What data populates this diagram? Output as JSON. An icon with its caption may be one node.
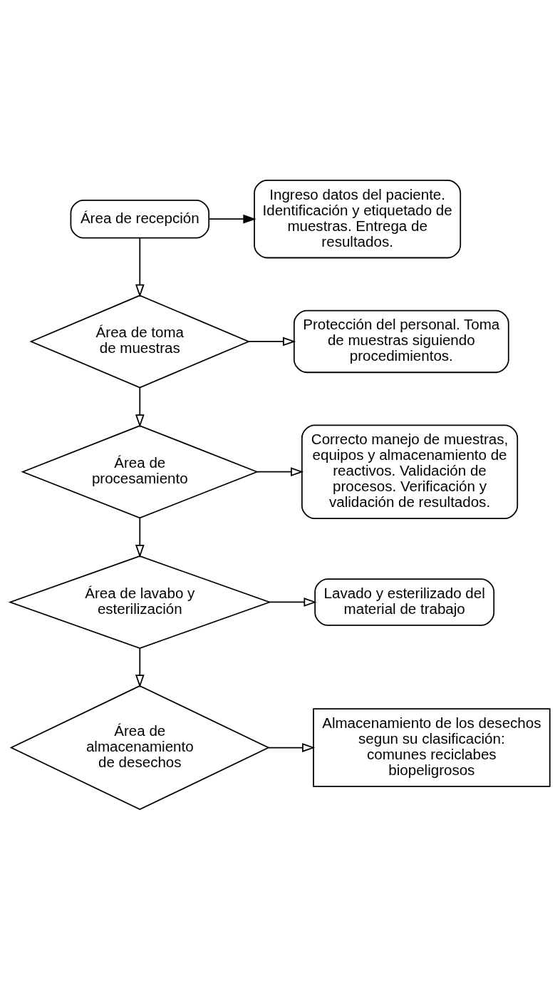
{
  "diagram": {
    "nodes": [
      {
        "text": [
          "Área de recepción"
        ]
      },
      {
        "text": [
          "Ingreso datos del paciente. Identificación y etiquetado de muestras. Entrega de resultados."
        ]
      },
      {
        "text": [
          "Área de toma de muestras"
        ]
      },
      {
        "text": [
          "Protección del personal. Toma de muestras siguiendo procedimientos."
        ]
      },
      {
        "text": [
          "Área de procesamiento"
        ]
      },
      {
        "text": [
          "Correcto manejo de muestras, equipos y almacenamiento de reactivos. Validación de procesos. Verificación y validación de resultados."
        ]
      },
      {
        "text": [
          "Área de lavabo y esterilización"
        ]
      },
      {
        "text": [
          "Lavado y esterilizado del material de trabajo"
        ]
      },
      {
        "text": [
          "Área de almacenamiento de desechos"
        ]
      },
      {
        "text": [
          "Almacenamiento de los desechos segun su clasificación: comunes reciclabes biopeligrosos"
        ]
      }
    ],
    "edges": [
      {
        "from": 0,
        "to": 1,
        "arrow": "to"
      },
      {
        "from": 0,
        "to": 2,
        "arrow": "to"
      },
      {
        "from": 2,
        "to": 3,
        "arrow": "to"
      },
      {
        "from": 2,
        "to": 4,
        "arrow": "to"
      },
      {
        "from": 4,
        "to": 5,
        "arrow": "to"
      },
      {
        "from": 4,
        "to": 6,
        "arrow": "to"
      },
      {
        "from": 6,
        "to": 7,
        "arrow": "to"
      },
      {
        "from": 6,
        "to": 8,
        "arrow": "to"
      },
      {
        "from": 8,
        "to": 9,
        "arrow": "to"
      }
    ]
  }
}
